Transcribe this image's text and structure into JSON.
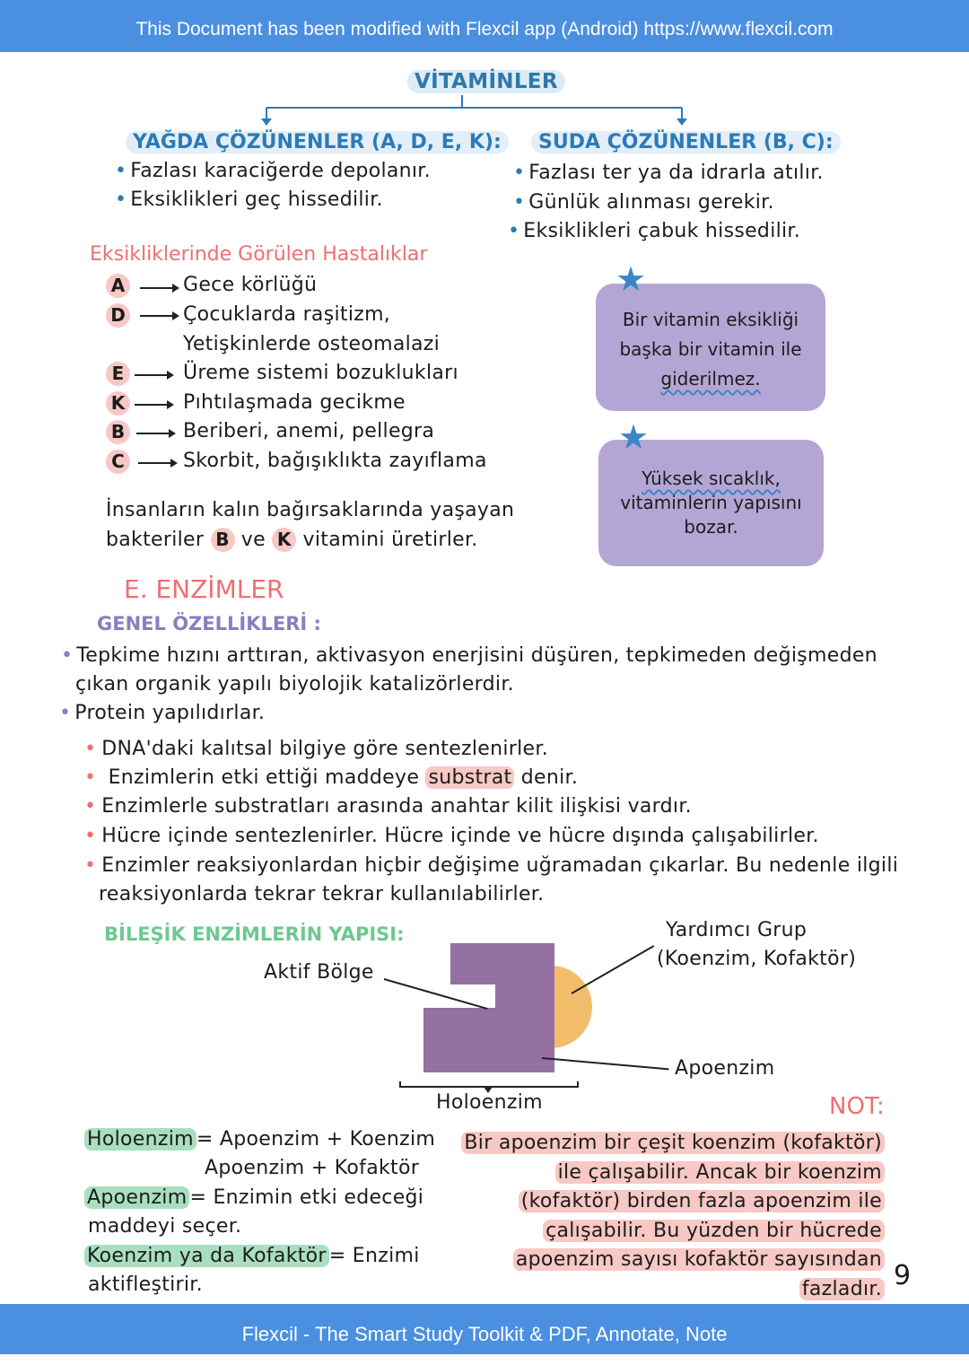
{
  "banner": {
    "top": "This Document has been modified with Flexcil app (Android) https://www.flexcil.com",
    "bottom": "Flexcil - The Smart Study Toolkit & PDF, Annotate, Note"
  },
  "vitamins": {
    "title": "VİTAMİNLER",
    "fat_soluble": {
      "heading": "YAĞDA ÇÖZÜNENLER (A, D, E, K):",
      "items": [
        "Fazlası  karaciğerde depolanır.",
        "Eksiklikleri geç hissedilir."
      ]
    },
    "water_soluble": {
      "heading": "SUDA ÇÖZÜNENLER (B, C):",
      "items": [
        "Fazlası  ter ya da idrarla atılır.",
        "Günlük alınması gerekir.",
        "Eksiklikleri çabuk hissedilir."
      ]
    },
    "diseases_heading": "Eksikliklerinde Görülen Hastalıklar",
    "diseases": [
      {
        "letter": "A",
        "text": "Gece körlüğü"
      },
      {
        "letter": "D",
        "text": "Çocuklarda raşitizm,"
      },
      {
        "letter": "",
        "text": "Yetişkinlerde osteomalazi"
      },
      {
        "letter": "E",
        "text": "Üreme sistemi bozuklukları"
      },
      {
        "letter": "K",
        "text": "Pıhtılaşmada gecikme"
      },
      {
        "letter": "B",
        "text": "Beriberi, anemi, pellegra"
      },
      {
        "letter": "C",
        "text": "Skorbit, bağışıklıkta zayıflama"
      }
    ],
    "bacteria_line1": "İnsanların kalın bağırsaklarında yaşayan",
    "bacteria_line2_a": "bakteriler",
    "bacteria_b": "B",
    "bacteria_ve": "ve",
    "bacteria_k": "K",
    "bacteria_line2_b": "vitamini üretirler.",
    "card1": {
      "line1": "Bir vitamin eksikliği",
      "line2": "başka bir vitamin ile",
      "line3": "giderilmez."
    },
    "card2": {
      "line1": "Yüksek sıcaklık,",
      "line2": "vitaminlerin yapısını",
      "line3": "bozar."
    }
  },
  "enzymes": {
    "title": "E. ENZİMLER",
    "general_heading": "GENEL ÖZELLİKLERİ :",
    "p1_line1": "Tepkime hızını arttıran, aktivasyon enerjisini düşüren, tepkimeden değişmeden",
    "p1_line2": "çıkan organik yapılı biyolojik katalizörlerdir.",
    "p2": "Protein yapılıdırlar.",
    "sub1": "DNA'daki kalıtsal bilgiye göre sentezlenirler.",
    "sub2_a": "Enzimlerin etki ettiği maddeye",
    "sub2_hl": "substrat",
    "sub2_b": "denir.",
    "sub3": "Enzimlerle substratları arasında anahtar kilit ilişkisi vardır.",
    "sub4": "Hücre içinde sentezlenirler. Hücre içinde ve hücre dışında çalışabilirler.",
    "sub5_line1": "Enzimler reaksiyonlardan hiçbir değişime uğramadan çıkarlar. Bu nedenle ilgili",
    "sub5_line2": "reaksiyonlarda tekrar tekrar kullanılabilirler.",
    "structure_heading": "BİLEŞİK ENZİMLERİN YAPISI:",
    "label_active_site": "Aktif Bölge",
    "label_helper_1": "Yardımcı Grup",
    "label_helper_2": "(Koenzim, Kofaktör)",
    "label_apoenzyme": "Apoenzim",
    "label_holoenzyme": "Holoenzim",
    "def_holo_term": "Holoenzim",
    "def_holo_1": "= Apoenzim + Koenzim",
    "def_holo_2": "Apoenzim + Kofaktör",
    "def_apo_term": "Apoenzim",
    "def_apo_1": "= Enzimin etki edeceği",
    "def_apo_2": "maddeyi seçer.",
    "def_co_term": "Koenzim ya da Kofaktör",
    "def_co_1": "= Enzimi",
    "def_co_2": "aktifleştirir.",
    "note_heading": "NOT:",
    "note_lines": [
      "Bir apoenzim bir çeşit koenzim (kofaktör)",
      "ile çalışabilir. Ancak bir koenzim",
      "(kofaktör) birden fazla apoenzim ile",
      "çalışabilir. Bu yüzden bir hücrede",
      "apoenzim sayısı kofaktör sayısından",
      "fazladır."
    ]
  },
  "page_number": "9",
  "colors": {
    "banner": "#4a8fe0",
    "card": "#b4a6d4",
    "helper_group": "#f2bd6b",
    "apoenzyme": "#9470a3"
  }
}
